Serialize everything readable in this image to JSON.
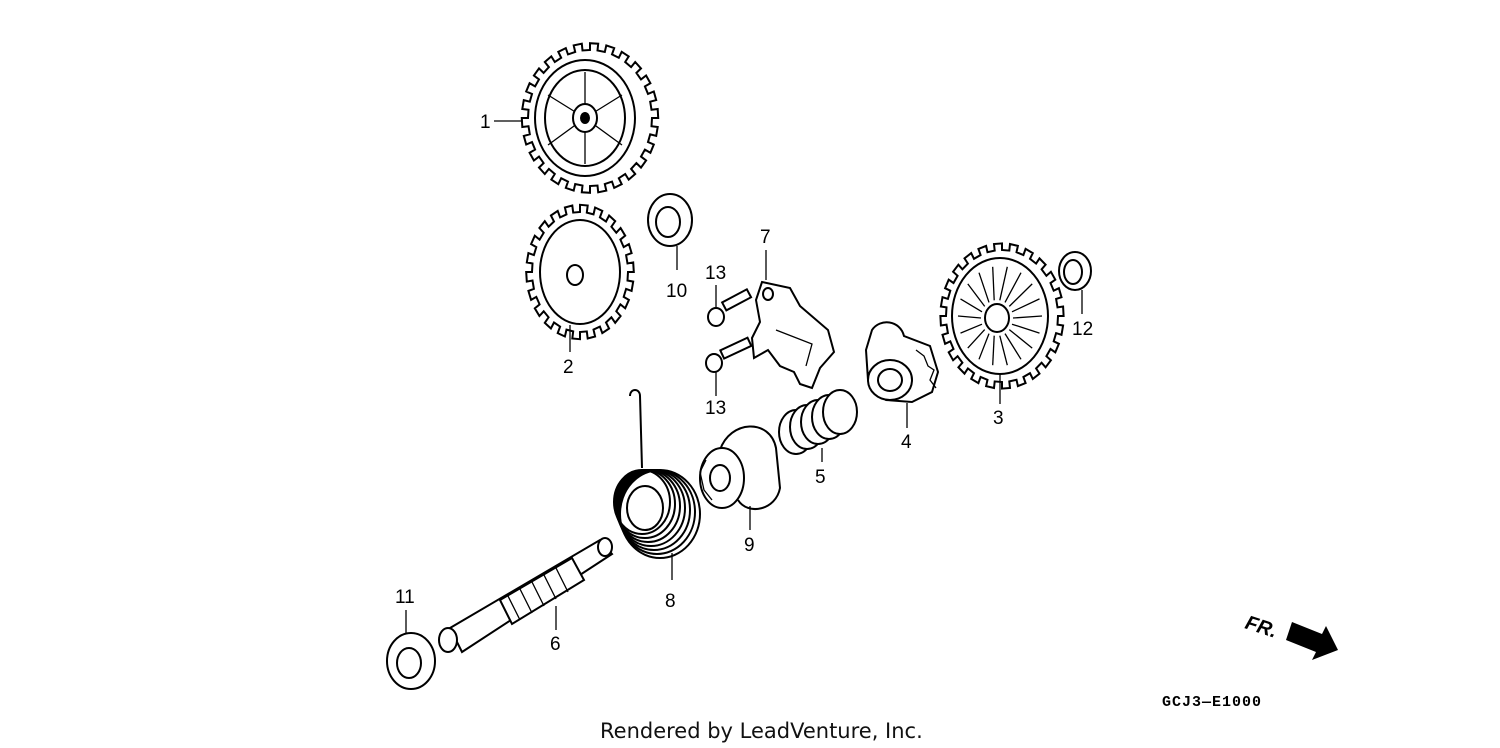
{
  "parts": [
    {
      "id": "part-1",
      "callout": "1",
      "icon": "gear-icon"
    },
    {
      "id": "part-2",
      "callout": "2",
      "icon": "gear-icon"
    },
    {
      "id": "part-3",
      "callout": "3",
      "icon": "gear-icon"
    },
    {
      "id": "part-4",
      "callout": "4",
      "icon": "ratchet-icon"
    },
    {
      "id": "part-5",
      "callout": "5",
      "icon": "spring-icon"
    },
    {
      "id": "part-6",
      "callout": "6",
      "icon": "shaft-icon"
    },
    {
      "id": "part-7",
      "callout": "7",
      "icon": "bracket-icon"
    },
    {
      "id": "part-8",
      "callout": "8",
      "icon": "torsion-spring-icon"
    },
    {
      "id": "part-9",
      "callout": "9",
      "icon": "collar-icon"
    },
    {
      "id": "part-10",
      "callout": "10",
      "icon": "washer-icon"
    },
    {
      "id": "part-11",
      "callout": "11",
      "icon": "washer-icon"
    },
    {
      "id": "part-12",
      "callout": "12",
      "icon": "washer-icon"
    },
    {
      "id": "part-13a",
      "callout": "13",
      "icon": "bolt-icon"
    },
    {
      "id": "part-13b",
      "callout": "13",
      "icon": "bolt-icon"
    }
  ],
  "direction_label": "FR.",
  "diagram_code": "GCJ3—E1000",
  "credit": "Rendered by LeadVenture, Inc."
}
